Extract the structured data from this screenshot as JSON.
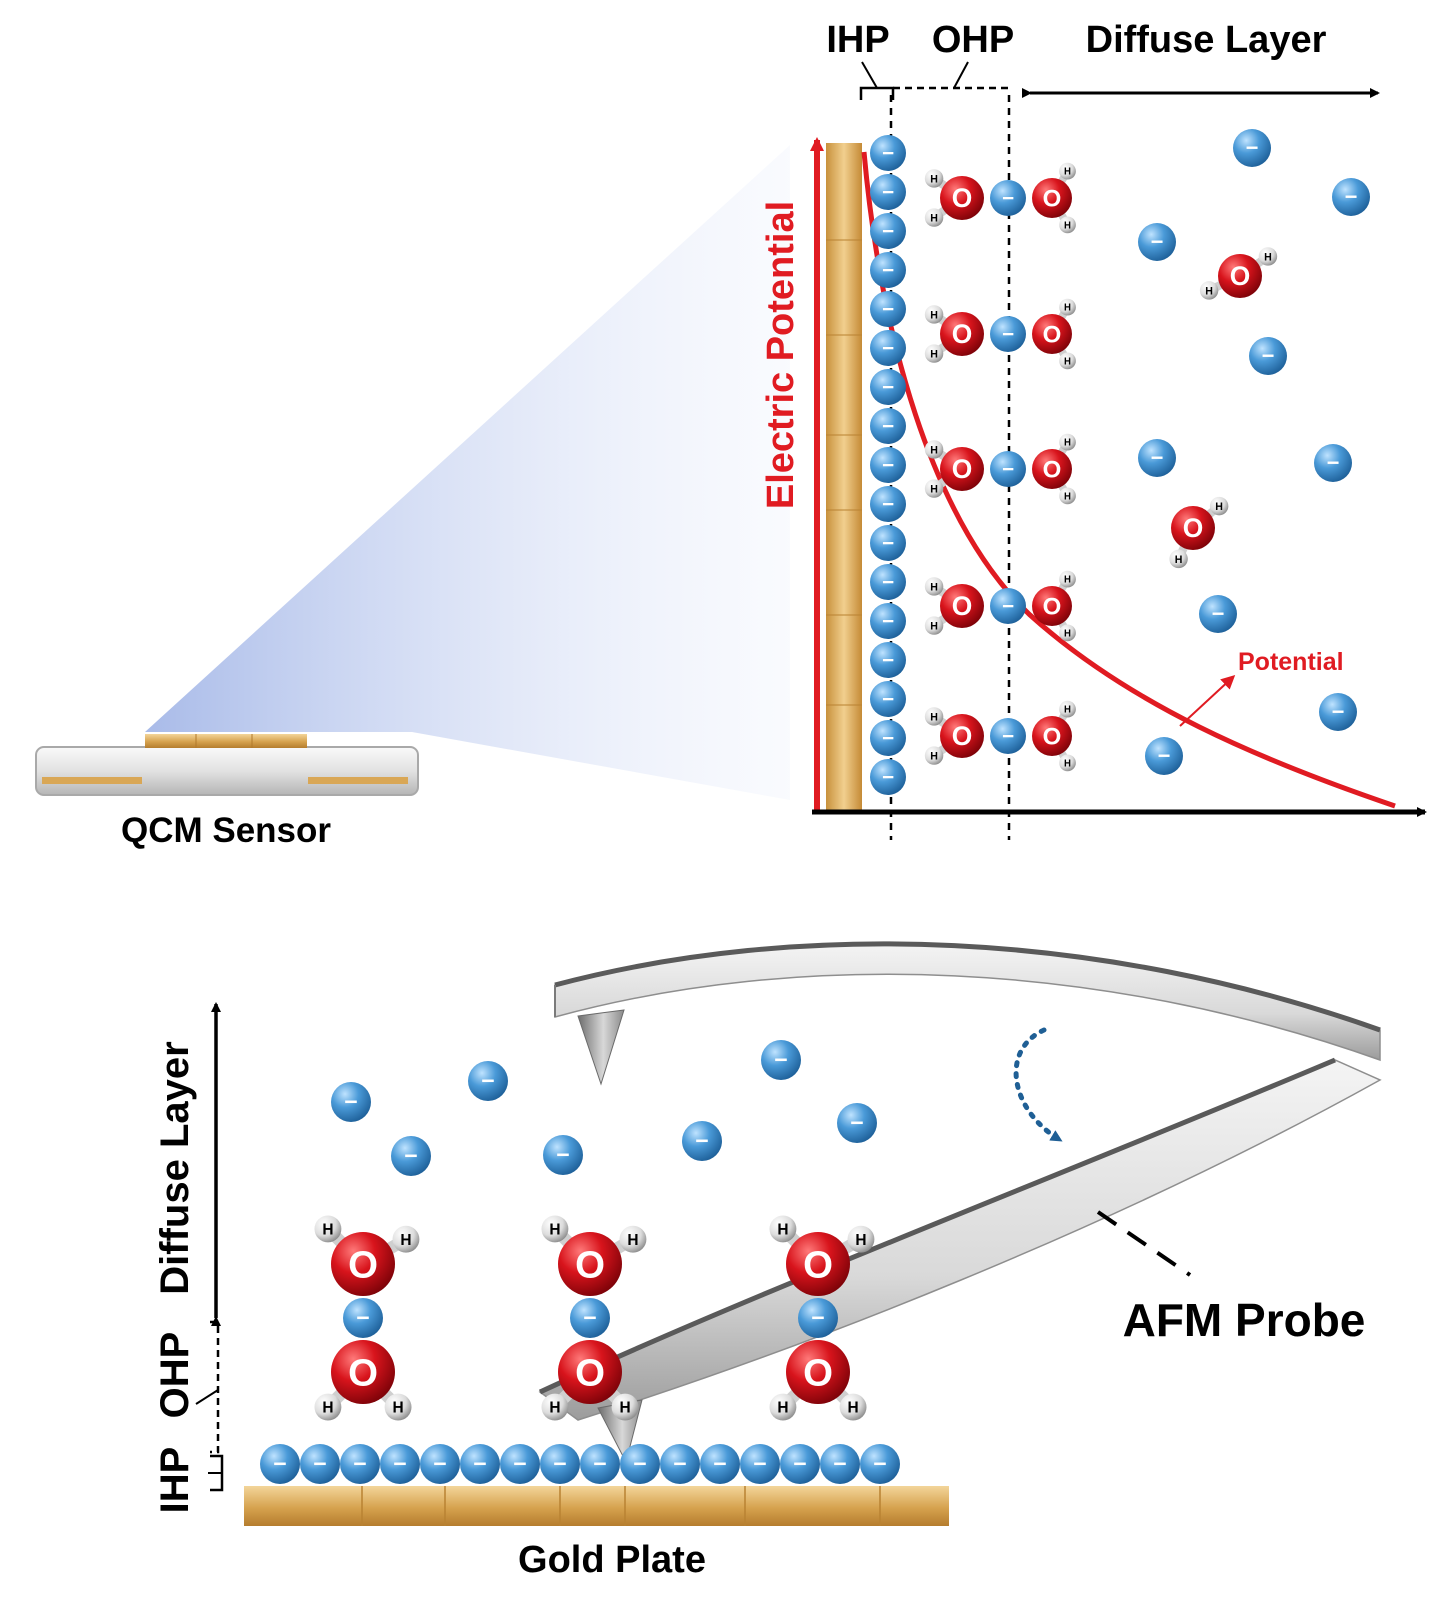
{
  "labels": {
    "ihp_top": "IHP",
    "ohp_top": "OHP",
    "diffuse_top": "Diffuse Layer",
    "electric_potential": "Electric Potential",
    "potential": "Potential",
    "qcm_sensor": "QCM Sensor",
    "diffuse_bottom": "Diffuse Layer",
    "ohp_bottom": "OHP",
    "ihp_bottom": "IHP",
    "afm_probe": "AFM Probe",
    "gold_plate": "Gold Plate"
  },
  "glyphs": {
    "oxygen": "O",
    "hydrogen": "H",
    "minus": "−"
  },
  "colors": {
    "gold": "#d9a756",
    "anion_blue": "#3f8fd0",
    "oxygen_red": "#d0121b",
    "potential_red": "#e01b22",
    "ink": "#000000"
  }
}
